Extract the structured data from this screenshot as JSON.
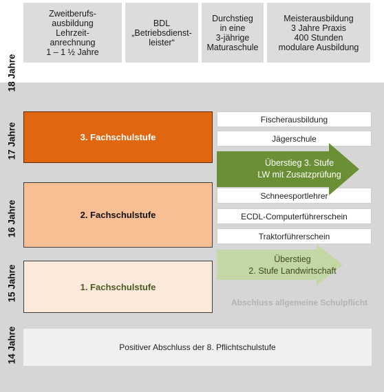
{
  "colors": {
    "stage3": "#e0660f",
    "stage2": "#f7bf93",
    "stage1": "#fbe9dc",
    "arrow_dark_green": "#6a8f34",
    "arrow_light_green": "#c2d7a4",
    "background": "#d6d6d6"
  },
  "top_boxes": [
    {
      "label": "Zweitberufs-\nausbildung\nLehrzeit-\nanrechnung\n1 – 1 ½ Jahre"
    },
    {
      "label": "BDL\n„Betriebsdienst-\nleister“"
    },
    {
      "label": "Durchstieg\nin eine\n3-jährige\nMaturaschule"
    },
    {
      "label": "Meisterausbildung\n3 Jahre Praxis\n400 Stunden\nmodulare Ausbildung"
    }
  ],
  "ages": [
    "18 Jahre",
    "17 Jahre",
    "16 Jahre",
    "15 Jahre",
    "14 Jahre"
  ],
  "stages": {
    "stage3": "3. Fachschulstufe",
    "stage2": "2. Fachschulstufe",
    "stage1": "1. Fachschulstufe"
  },
  "options": {
    "fischer": "Fischerausbildung",
    "jaeger": "Jägerschule",
    "schnee": "Schneesportlehrer",
    "ecdl": "ECDL-Computerführerschein",
    "traktor": "Traktorführerschein"
  },
  "arrows": {
    "upper": "Überstieg 3. Stufe\nLW mit Zusatzprüfung",
    "lower": "Überstieg\n2. Stufe Landwirtschaft"
  },
  "note": "Abschluss allgemeine Schulpflicht",
  "base": "Positiver Abschluss der 8. Pflichtschulstufe"
}
